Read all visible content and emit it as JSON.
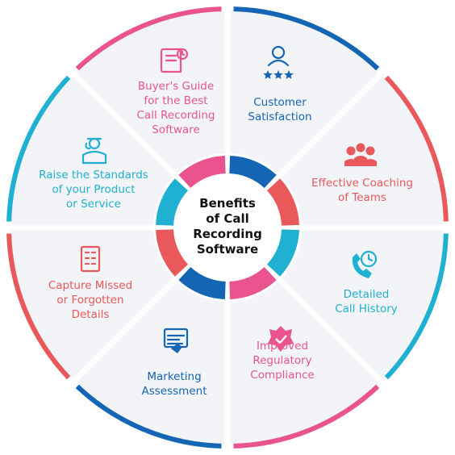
{
  "center": {
    "lines": [
      "Benefits",
      "of Call",
      "Recording",
      "Software"
    ]
  },
  "colors": {
    "blue": "#1565b5",
    "red": "#e9585b",
    "pink": "#e9548f",
    "cyan": "#1fb0d2",
    "panel": "#f2f4f7"
  },
  "segments": [
    {
      "name": "customer-satisfaction",
      "icon": "customer-rating-icon",
      "color": "#1565b5",
      "lines": [
        "Customer",
        "Satisfaction"
      ]
    },
    {
      "name": "effective-coaching",
      "icon": "team-coaching-icon",
      "color": "#e9585b",
      "lines": [
        "Effective Coaching",
        "of Teams"
      ]
    },
    {
      "name": "detailed-call-history",
      "icon": "phone-clock-icon",
      "color": "#1fb0d2",
      "lines": [
        "Detailed",
        "Call History"
      ]
    },
    {
      "name": "regulatory-compliance",
      "icon": "shield-check-icon",
      "color": "#e9548f",
      "lines": [
        "Improved",
        "Regulatory",
        "Compliance"
      ]
    },
    {
      "name": "marketing-assessment",
      "icon": "analytics-screen-icon",
      "color": "#1565b5",
      "lines": [
        "Marketing",
        "Assessment"
      ]
    },
    {
      "name": "capture-missed-details",
      "icon": "document-list-icon",
      "color": "#e9585b",
      "lines": [
        "Capture Missed",
        "or Forgotten",
        "Details"
      ]
    },
    {
      "name": "raise-standards",
      "icon": "service-agent-icon",
      "color": "#1fb0d2",
      "lines": [
        "Raise the Standards",
        "of your Product",
        "or Service"
      ]
    },
    {
      "name": "buyers-guide",
      "icon": "guide-book-icon",
      "color": "#e9548f",
      "lines": [
        "Buyer's Guide",
        "for the Best",
        "Call Recording",
        "Software"
      ]
    }
  ]
}
